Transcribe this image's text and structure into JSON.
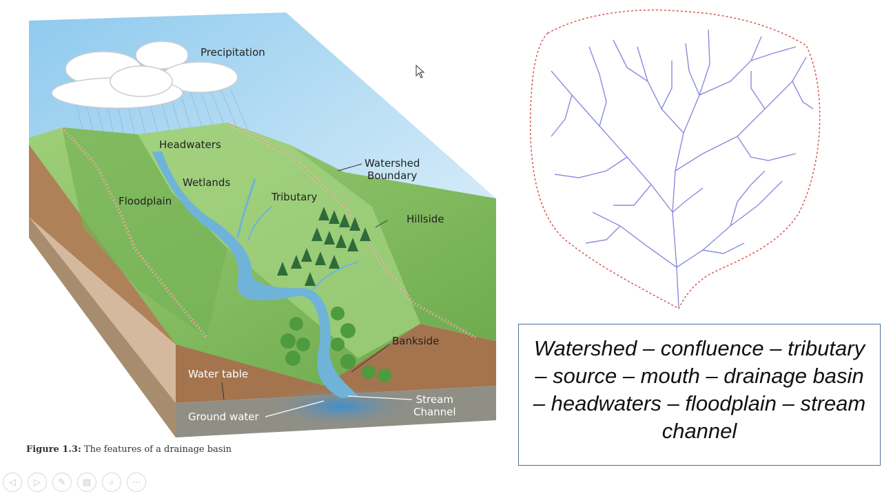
{
  "diagram": {
    "labels": {
      "precipitation": "Precipitation",
      "headwaters": "Headwaters",
      "watershed_boundary_1": "Watershed",
      "watershed_boundary_2": "Boundary",
      "wetlands": "Wetlands",
      "tributary": "Tributary",
      "floodplain": "Floodplain",
      "hillside": "Hillside",
      "bankside": "Bankside",
      "water_table": "Water table",
      "ground_water": "Ground water",
      "stream_channel_1": "Stream",
      "stream_channel_2": "Channel"
    },
    "caption_prefix": "Figure 1.3:",
    "caption_text": " The features of a drainage basin"
  },
  "vocab": {
    "text": "Watershed – confluence – tributary – source – mouth – drainage basin – headwaters – floodplain – stream channel"
  },
  "toolbar": {
    "prev_icon": "◁",
    "next_icon": "▷",
    "pen_icon": "✎",
    "slides_icon": "▤",
    "zoom_icon": "⌕",
    "more_icon": "⋯"
  },
  "colors": {
    "sky": "#a9d7f2",
    "grass": "#8cc468",
    "grass_dark": "#5f9e45",
    "soil": "#a4744f",
    "rock": "#8f8f86",
    "river": "#6fb4d8",
    "boundary_dots": "#d9534f",
    "stream_lines": "#8a8adf",
    "box_border": "#4a6e9e"
  }
}
